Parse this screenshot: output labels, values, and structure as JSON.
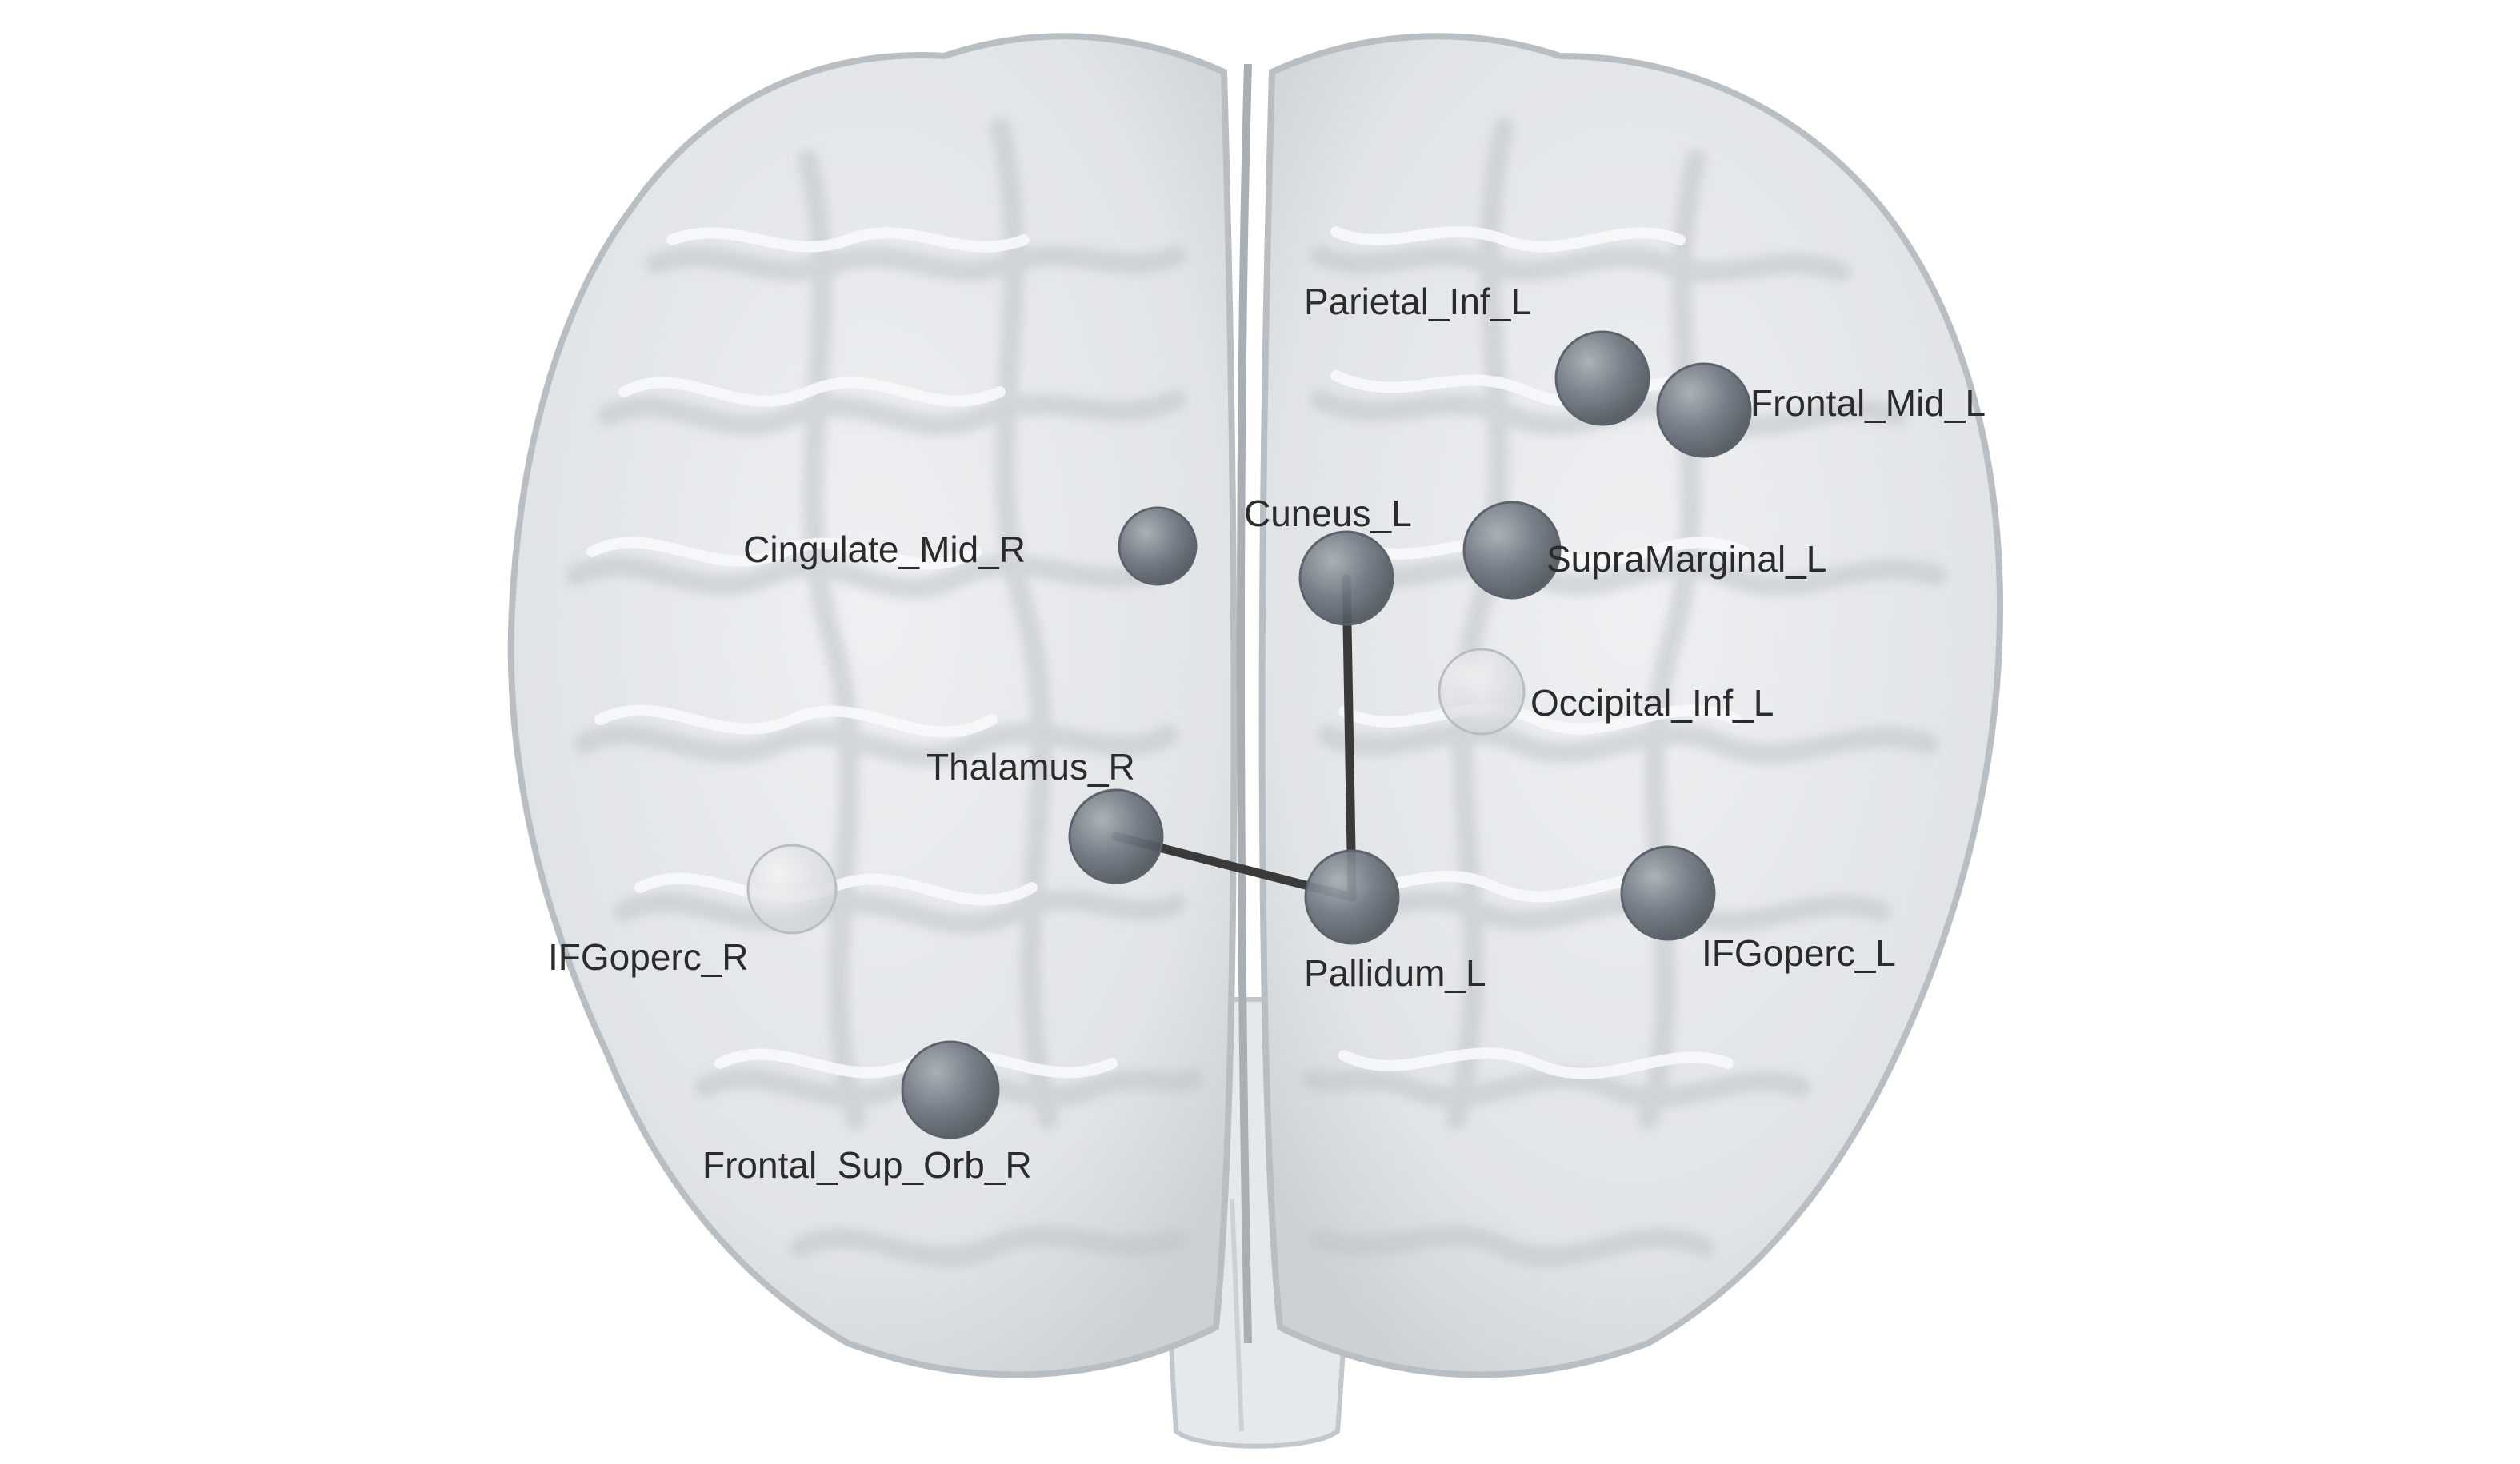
{
  "figure": {
    "view": "posterior",
    "colors": {
      "background": "#ffffff",
      "brain_surface": "#e4e7ea",
      "gyrus_highlight": "#f4f6f8",
      "sulcus_shadow": "#b7bcc2",
      "node": "#6f7680",
      "node_faint": "#dcdfe2",
      "edge": "#3a3a3a",
      "label": "#2b2b2b"
    },
    "nodes": [
      {
        "id": "parietal-inf-l",
        "label": "Parietal_Inf_L",
        "tone": "node"
      },
      {
        "id": "frontal-mid-l",
        "label": "Frontal_Mid_L",
        "tone": "node"
      },
      {
        "id": "cingulate-mid-r",
        "label": "Cingulate_Mid_R",
        "tone": "node"
      },
      {
        "id": "cuneus-l",
        "label": "Cuneus_L",
        "tone": "node"
      },
      {
        "id": "supramarginal-l",
        "label": "SupraMarginal_L",
        "tone": "node"
      },
      {
        "id": "occipital-inf-l",
        "label": "Occipital_Inf_L",
        "tone": "faint"
      },
      {
        "id": "thalamus-r",
        "label": "Thalamus_R",
        "tone": "node"
      },
      {
        "id": "ifgoperc-r",
        "label": "IFGoperc_R",
        "tone": "faint"
      },
      {
        "id": "pallidum-l",
        "label": "Pallidum_L",
        "tone": "node"
      },
      {
        "id": "ifgoperc-l",
        "label": "IFGoperc_L",
        "tone": "node"
      },
      {
        "id": "frontal-sup-orb-r",
        "label": "Frontal_Sup_Orb_R",
        "tone": "node"
      }
    ],
    "edges": [
      {
        "source": "cuneus-l",
        "target": "pallidum-l"
      },
      {
        "source": "thalamus-r",
        "target": "pallidum-l"
      }
    ]
  }
}
